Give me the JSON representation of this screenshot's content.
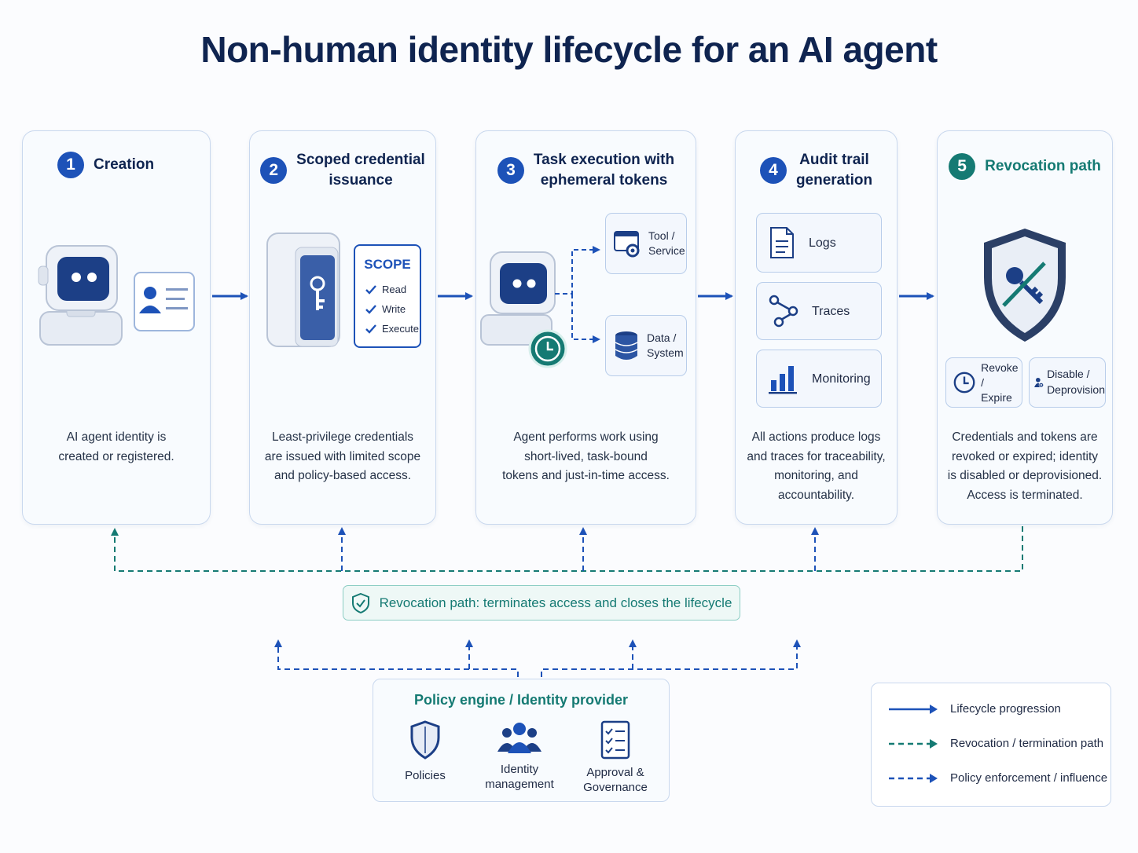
{
  "title": "Non-human identity lifecycle for an AI agent",
  "stages": [
    {
      "number": "1",
      "title": "Creation",
      "description": [
        "AI agent identity is",
        "created or registered."
      ]
    },
    {
      "number": "2",
      "title": [
        "Scoped credential",
        "issuance"
      ],
      "description": [
        "Least-privilege credentials",
        "are issued with limited scope",
        "and policy-based access."
      ]
    },
    {
      "number": "3",
      "title": [
        "Task execution with",
        "ephemeral tokens"
      ],
      "description": [
        "Agent performs work using",
        "short-lived, task-bound",
        "tokens and just-in-time access."
      ]
    },
    {
      "number": "4",
      "title": [
        "Audit trail",
        "generation"
      ],
      "description": [
        "All actions produce logs",
        "and traces for traceability,",
        "monitoring, and accountability."
      ]
    },
    {
      "number": "5",
      "title": "Revocation path",
      "description": [
        "Credentials and tokens are",
        "revoked or expired; identity",
        "is disabled or deprovisioned.",
        "Access is terminated."
      ]
    }
  ],
  "scope_card": {
    "title": "SCOPE",
    "items": [
      "Read",
      "Write",
      "Execute"
    ]
  },
  "execution_targets": [
    {
      "label": [
        "Tool /",
        "Service"
      ],
      "icon": "tool-service-icon"
    },
    {
      "label": [
        "Data /",
        "System"
      ],
      "icon": "database-icon"
    }
  ],
  "audit_items": [
    {
      "label": "Logs",
      "icon": "document-icon"
    },
    {
      "label": "Traces",
      "icon": "trace-graph-icon"
    },
    {
      "label": "Monitoring",
      "icon": "bar-chart-icon"
    }
  ],
  "revocation_items": [
    {
      "label": [
        "Revoke /",
        "Expire"
      ],
      "icon": "clock-icon"
    },
    {
      "label": [
        "Disable /",
        "Deprovision"
      ],
      "icon": "user-disable-icon"
    }
  ],
  "banner": "Revocation path: terminates access and closes the lifecycle",
  "policy_engine": {
    "title": "Policy engine / Identity provider",
    "items": [
      {
        "label": [
          "Policies"
        ],
        "icon": "shield-icon"
      },
      {
        "label": [
          "Identity",
          "management"
        ],
        "icon": "people-icon"
      },
      {
        "label": [
          "Approval &",
          "Governance"
        ],
        "icon": "checklist-icon"
      }
    ]
  },
  "legend": [
    {
      "label": "Lifecycle progression",
      "style": "solid",
      "color": "#1d52b8"
    },
    {
      "label": "Revocation / termination path",
      "style": "dashed",
      "color": "#157a73"
    },
    {
      "label": "Policy enforcement / influence",
      "style": "dashed",
      "color": "#1d52b8"
    }
  ],
  "colors": {
    "primary": "#1d52b8",
    "teal": "#157a73",
    "navy": "#0f2450",
    "border": "#c9d8ee"
  }
}
